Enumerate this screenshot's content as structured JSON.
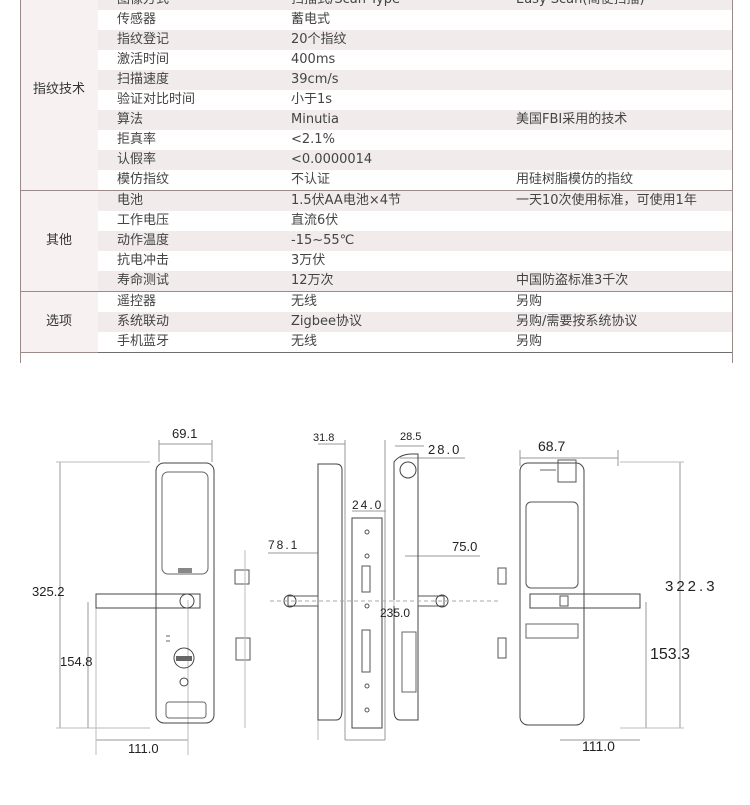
{
  "spec_table": {
    "groups": [
      {
        "category": "指纹技术",
        "rows": [
          {
            "item": "图像方式",
            "value": "扫描式/Scan Type",
            "note": "Easy Scan(简便扫描)"
          },
          {
            "item": "传感器",
            "value": "蓄电式",
            "note": ""
          },
          {
            "item": "指纹登记",
            "value": "20个指纹",
            "note": ""
          },
          {
            "item": "激活时间",
            "value": "400ms",
            "note": ""
          },
          {
            "item": "扫描速度",
            "value": "39cm/s",
            "note": ""
          },
          {
            "item": "验证对比时间",
            "value": "小于1s",
            "note": ""
          },
          {
            "item": "算法",
            "value": "Minutia",
            "note": "美国FBI采用的技术"
          },
          {
            "item": "拒真率",
            "value": "<2.1%",
            "note": ""
          },
          {
            "item": "认假率",
            "value": "<0.0000014",
            "note": ""
          },
          {
            "item": "模仿指纹",
            "value": "不认证",
            "note": "用硅树脂模仿的指纹"
          }
        ]
      },
      {
        "category": "其他",
        "rows": [
          {
            "item": "电池",
            "value": "1.5伏AA电池×4节",
            "note": "一天10次使用标准，可使用1年"
          },
          {
            "item": "工作电压",
            "value": "直流6伏",
            "note": ""
          },
          {
            "item": "动作温度",
            "value": "-15~55℃",
            "note": ""
          },
          {
            "item": "抗电冲击",
            "value": "3万伏",
            "note": ""
          },
          {
            "item": "寿命测试",
            "value": "12万次",
            "note": "中国防盗标准3千次"
          }
        ]
      },
      {
        "category": "选项",
        "rows": [
          {
            "item": "遥控器",
            "value": "无线",
            "note": "另购"
          },
          {
            "item": "系统联动",
            "value": "Zigbee协议",
            "note": "另购/需要按系统协议"
          },
          {
            "item": "手机蓝牙",
            "value": "无线",
            "note": "另购"
          }
        ]
      }
    ]
  },
  "drawing": {
    "dimensions": {
      "front_width": "69.1",
      "front_height": "325.2",
      "front_lower": "154.8",
      "front_handle": "111.0",
      "side_thickness": "31.8",
      "side_top": "28.5",
      "side_28": "28.0",
      "side_24": "24.0",
      "side_78": "78.1",
      "side_75": "75.0",
      "side_235": "235.0",
      "back_width": "68.7",
      "back_height": "322.3",
      "back_lower": "153.3",
      "back_handle": "111.0"
    }
  }
}
